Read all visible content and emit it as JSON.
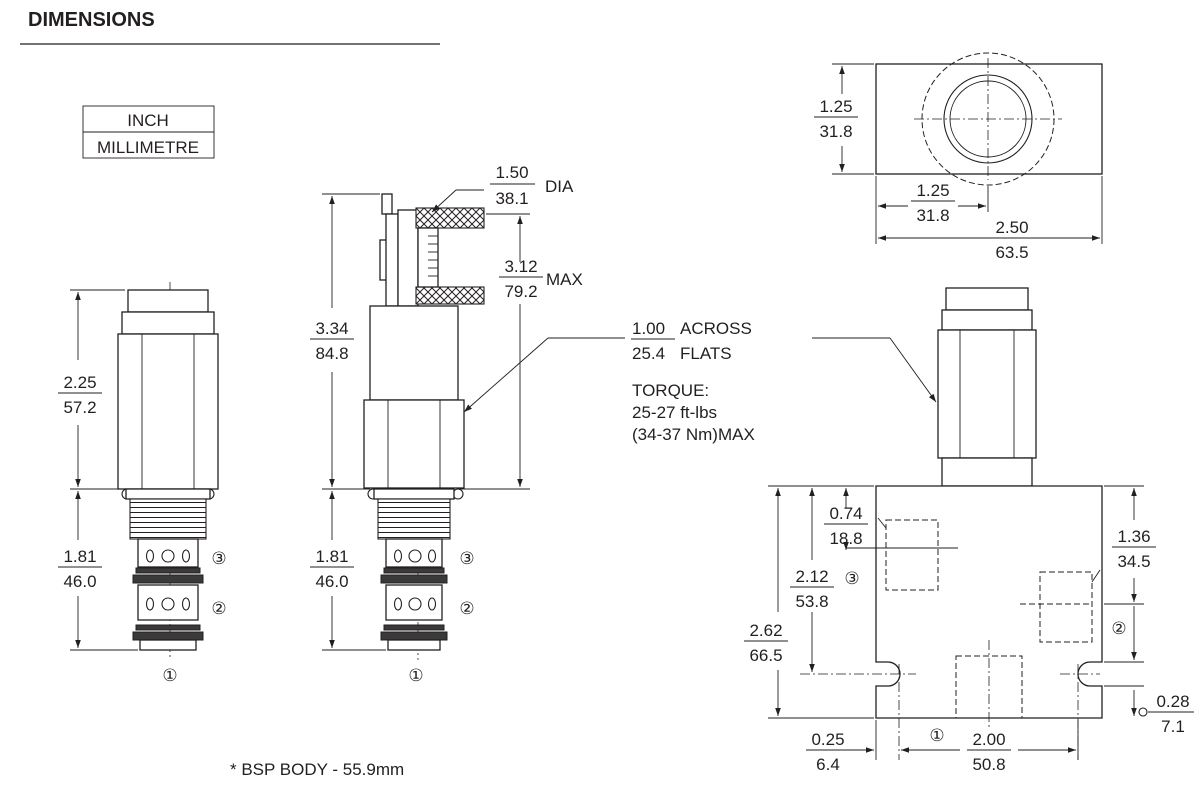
{
  "title": "DIMENSIONS",
  "units": {
    "top": "INCH",
    "bottom": "MILLIMETRE"
  },
  "ports": {
    "p1": "①",
    "p2": "②",
    "p3": "③"
  },
  "cartridge": {
    "body_len": {
      "in": "2.25",
      "mm": "57.2"
    },
    "nose_len": {
      "in": "1.81",
      "mm": "46.0"
    }
  },
  "adjuster": {
    "overall": {
      "in": "3.34",
      "mm": "84.8"
    },
    "knob_dia": {
      "in": "1.50",
      "mm": "38.1",
      "suffix": "DIA"
    },
    "max": {
      "in": "3.12",
      "mm": "79.2",
      "suffix": "MAX"
    },
    "nose_len": {
      "in": "1.81",
      "mm": "46.0"
    }
  },
  "hex": {
    "in": "1.00",
    "in_suffix": "ACROSS",
    "mm": "25.4",
    "mm_suffix": "FLATS"
  },
  "torque": {
    "label": "TORQUE:",
    "value": "25-27 ft-lbs",
    "metric": "(34-37 Nm)MAX"
  },
  "top_view": {
    "height": {
      "in": "1.25",
      "mm": "31.8"
    },
    "center": {
      "in": "1.25",
      "mm": "31.8"
    },
    "width": {
      "in": "2.50",
      "mm": "63.5"
    }
  },
  "block": {
    "port3_depth": {
      "in": "0.74",
      "mm": "18.8"
    },
    "port3_height": {
      "in": "2.12",
      "mm": "53.8"
    },
    "overall_height": {
      "in": "2.62",
      "mm": "66.5"
    },
    "port2_height": {
      "in": "1.36",
      "mm": "34.5"
    },
    "mount_offset": {
      "in": "0.25",
      "mm": "6.4"
    },
    "mount_spacing": {
      "in": "2.00",
      "mm": "50.8"
    },
    "mount_hole": {
      "in": "0.28",
      "mm": "7.1"
    }
  },
  "footnote": "* BSP BODY - 55.9mm"
}
